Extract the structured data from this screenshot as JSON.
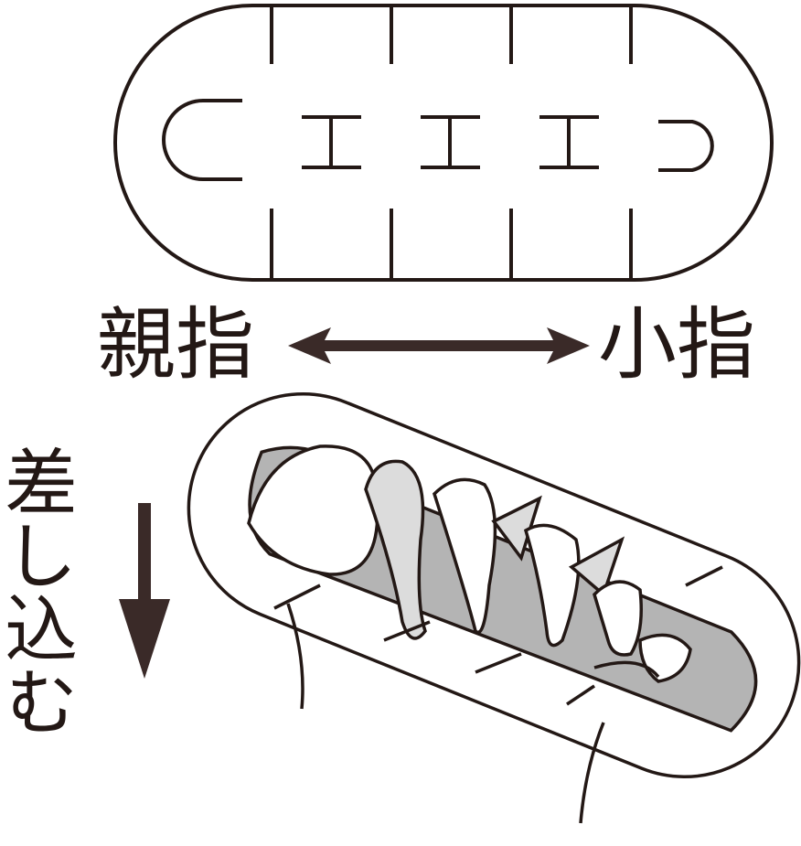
{
  "labels": {
    "thumb": "親指",
    "little_finger": "小指",
    "insert": "差し込む"
  },
  "colors": {
    "ink": "#231815",
    "arrow": "#3a2a28",
    "shade": "#b4b4b4",
    "light_shade": "#dcdcdc"
  }
}
